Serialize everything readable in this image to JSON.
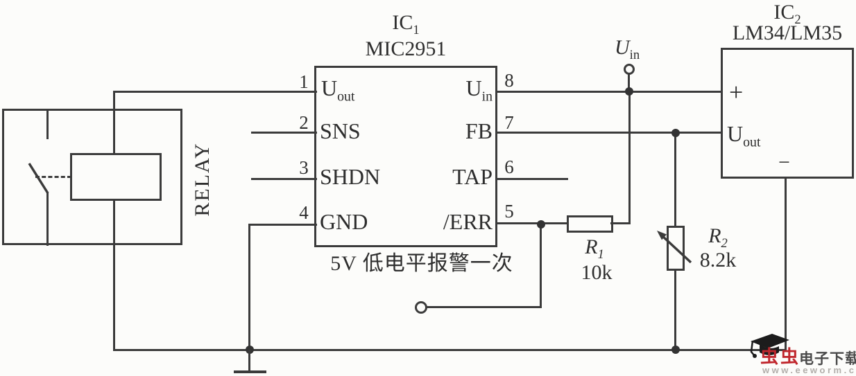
{
  "relay": {
    "label": "RELAY"
  },
  "ic1": {
    "ref": {
      "base": "IC",
      "sub": "1"
    },
    "part": "MIC2951",
    "caption": "5V 低电平报警一次",
    "pins_left": [
      {
        "num": "1",
        "label": {
          "base": "U",
          "sub": "out"
        }
      },
      {
        "num": "2",
        "label": {
          "text": "SNS"
        }
      },
      {
        "num": "3",
        "label": {
          "text": "SHDN"
        }
      },
      {
        "num": "4",
        "label": {
          "text": "GND"
        }
      }
    ],
    "pins_right": [
      {
        "num": "8",
        "label": {
          "base": "U",
          "sub": "in"
        }
      },
      {
        "num": "7",
        "label": {
          "text": "FB"
        }
      },
      {
        "num": "6",
        "label": {
          "text": "TAP"
        }
      },
      {
        "num": "5",
        "label": {
          "text": "/ERR"
        }
      }
    ]
  },
  "ic2": {
    "ref": {
      "base": "IC",
      "sub": "2"
    },
    "part": "LM34/LM35",
    "pin_plus": "+",
    "pin_out": {
      "base": "U",
      "sub": "out"
    },
    "pin_minus": "−"
  },
  "r1": {
    "ref": {
      "base": "R",
      "sub": "1"
    },
    "value": "10k"
  },
  "r2": {
    "ref": {
      "base": "R",
      "sub": "2"
    },
    "value": "8.2k"
  },
  "uin_terminal": {
    "label": {
      "base": "U",
      "sub": "in"
    }
  },
  "watermark": {
    "brand_cn": "虫虫",
    "suffix_cn": "电子下载站",
    "url": "www.eeworm.com"
  },
  "colors": {
    "wire": "#3b3b3b",
    "background": "#fcfcfa",
    "brand_red": "#c0272d",
    "suffix_gray": "#4a4a4a",
    "url_gray": "#b2aeaa"
  }
}
